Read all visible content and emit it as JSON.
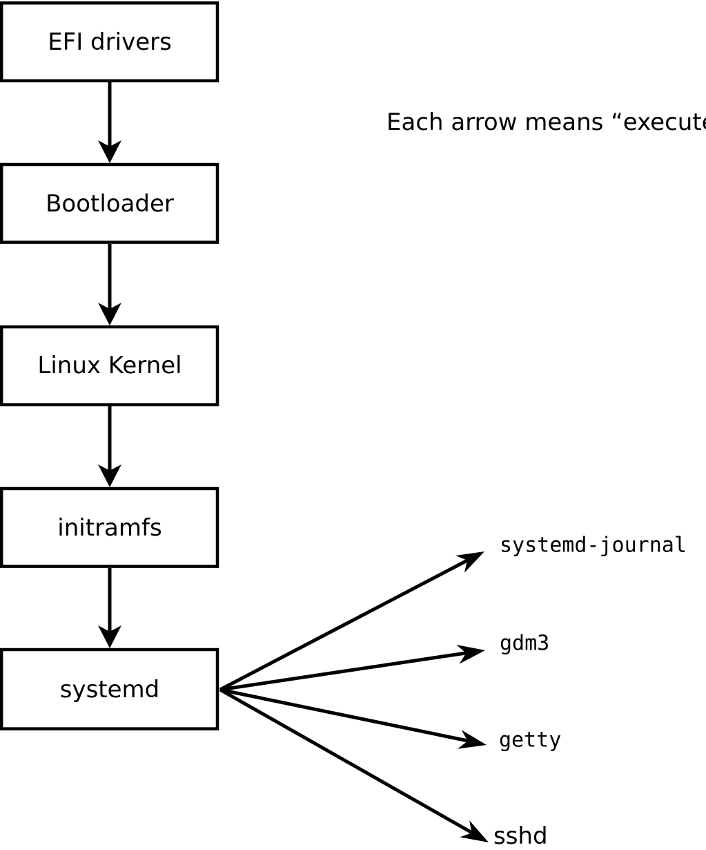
{
  "diagram": {
    "annotation": "Each arrow means “executes”.",
    "arrow_meaning": "executes",
    "chain": [
      {
        "label": "EFI drivers"
      },
      {
        "label": "Bootloader"
      },
      {
        "label": "Linux Kernel"
      },
      {
        "label": "initramfs"
      },
      {
        "label": "systemd"
      }
    ],
    "spawned": [
      {
        "label": "systemd-journal"
      },
      {
        "label": "gdm3"
      },
      {
        "label": "getty"
      },
      {
        "label": "sshd"
      }
    ],
    "colors": {
      "line": "#000000",
      "box_fill": "#ffffff",
      "background": "#ffffff",
      "text": "#000000"
    }
  }
}
